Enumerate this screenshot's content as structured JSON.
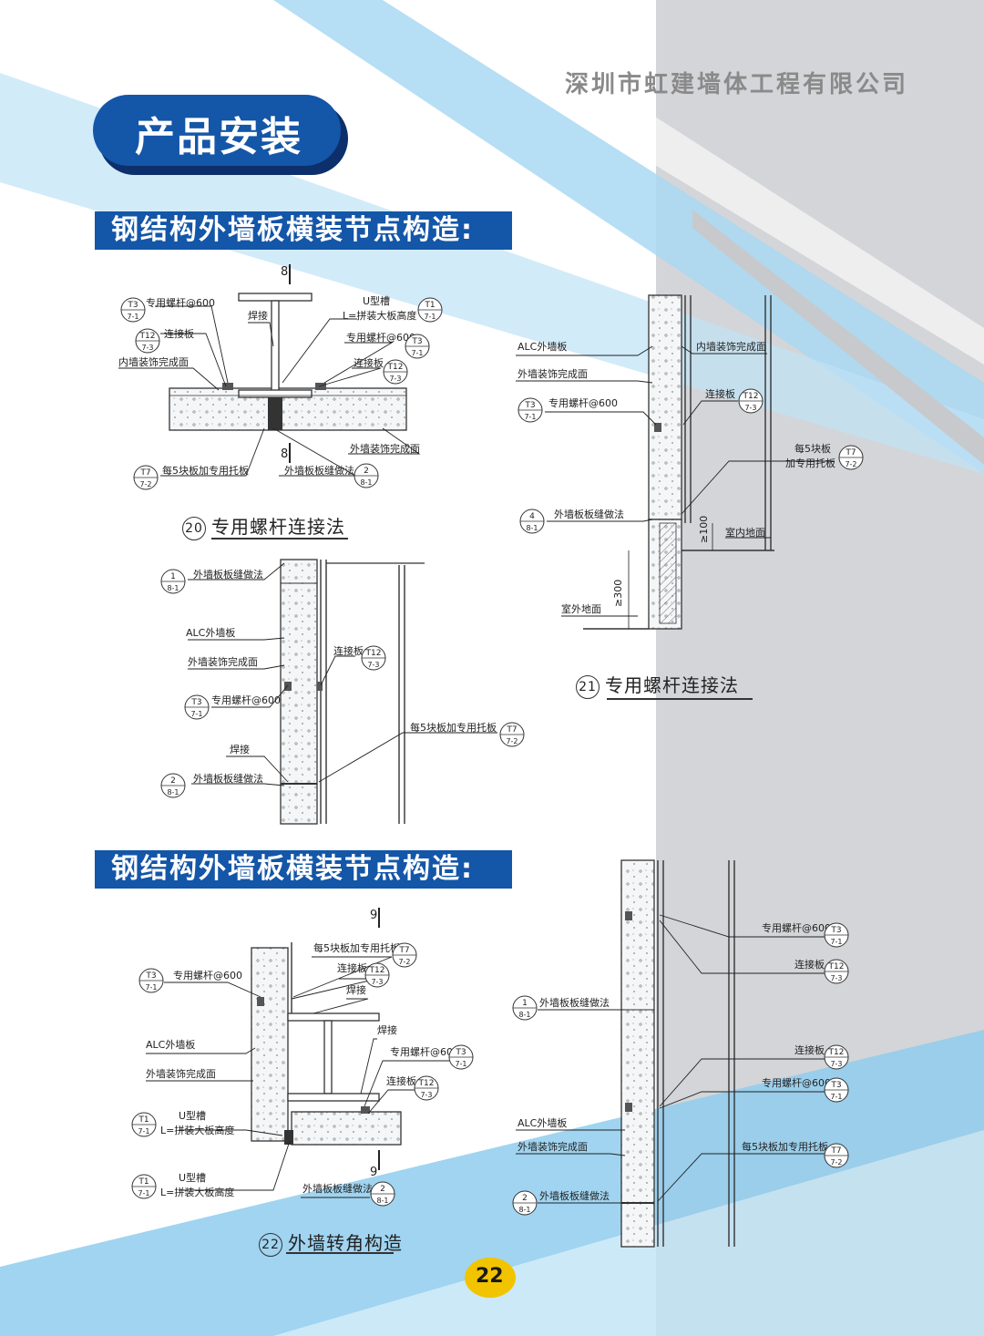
{
  "header": {
    "company": "深圳市虹建墙体工程有限公司",
    "section_title": "产品安装",
    "page_number": "22"
  },
  "sections": [
    {
      "title": "钢结构外墙板横装节点构造:"
    },
    {
      "title": "钢结构外墙板横装节点构造:"
    }
  ],
  "details": {
    "d20": {
      "number": "20",
      "caption": "专用螺杆连接法",
      "section_mark": "8",
      "labels": [
        "专用螺杆@600",
        "连接板",
        "内墙装饰完成面",
        "焊接",
        "U型槽",
        "L=拼装大板高度",
        "专用螺杆@600",
        "连接板",
        "外墙装饰完成面",
        "每5块板加专用托板",
        "外墙板板缝做法"
      ],
      "refs": [
        [
          "T3",
          "7-1"
        ],
        [
          "T12",
          "7-3"
        ],
        [
          "T1",
          "7-1"
        ],
        [
          "T3",
          "7-1"
        ],
        [
          "T12",
          "7-3"
        ],
        [
          "T7",
          "7-2"
        ],
        [
          "2",
          "8-1"
        ]
      ]
    },
    "d20b": {
      "labels": [
        "外墙板板缝做法",
        "ALC外墙板",
        "外墙装饰完成面",
        "连接板",
        "专用螺杆@600",
        "每5块板加专用托板",
        "焊接",
        "外墙板板缝做法"
      ],
      "refs": [
        [
          "1",
          "8-1"
        ],
        [
          "T12",
          "7-3"
        ],
        [
          "T3",
          "7-1"
        ],
        [
          "T7",
          "7-2"
        ],
        [
          "2",
          "8-1"
        ]
      ]
    },
    "d21": {
      "number": "21",
      "caption": "专用螺杆连接法",
      "labels": [
        "ALC外墙板",
        "内墙装饰完成面",
        "外墙装饰完成面",
        "专用螺杆@600",
        "连接板",
        "每5块板",
        "加专用托板",
        "外墙板板缝做法",
        "室内地面",
        "室外地面"
      ],
      "dims": [
        "≥100",
        "≥300"
      ],
      "refs": [
        [
          "T3",
          "7-1"
        ],
        [
          "T12",
          "7-3"
        ],
        [
          "T7",
          "7-2"
        ],
        [
          "4",
          "8-1"
        ]
      ]
    },
    "d22": {
      "number": "22",
      "caption": "外墙转角构造",
      "section_mark": "9",
      "labels": [
        "每5块板加专用托板",
        "专用螺杆@600",
        "连接板",
        "焊接",
        "ALC外墙板",
        "外墙装饰完成面",
        "焊接",
        "专用螺杆@600",
        "连接板",
        "U型槽",
        "L=拼装大板高度",
        "U型槽",
        "L=拼装大板高度",
        "外墙板板缝做法"
      ],
      "refs": [
        [
          "T7",
          "7-2"
        ],
        [
          "T3",
          "7-1"
        ],
        [
          "T12",
          "7-3"
        ],
        [
          "T3",
          "7-1"
        ],
        [
          "T12",
          "7-3"
        ],
        [
          "T1",
          "7-1"
        ],
        [
          "T1",
          "7-1"
        ],
        [
          "2",
          "8-1"
        ]
      ]
    },
    "d22b": {
      "labels": [
        "专用螺杆@600",
        "连接板",
        "外墙板板缝做法",
        "连接板",
        "专用螺杆@600",
        "ALC外墙板",
        "外墙装饰完成面",
        "每5块板加专用托板",
        "外墙板板缝做法"
      ],
      "refs": [
        [
          "T3",
          "7-1"
        ],
        [
          "T12",
          "7-3"
        ],
        [
          "1",
          "8-1"
        ],
        [
          "T12",
          "7-3"
        ],
        [
          "T3",
          "7-1"
        ],
        [
          "T7",
          "7-2"
        ],
        [
          "2",
          "8-1"
        ]
      ]
    }
  },
  "colors": {
    "brand_blue": "#1456a8",
    "light_blue": "#9fd3f0",
    "gray_panel": "#d4d5d8"
  }
}
